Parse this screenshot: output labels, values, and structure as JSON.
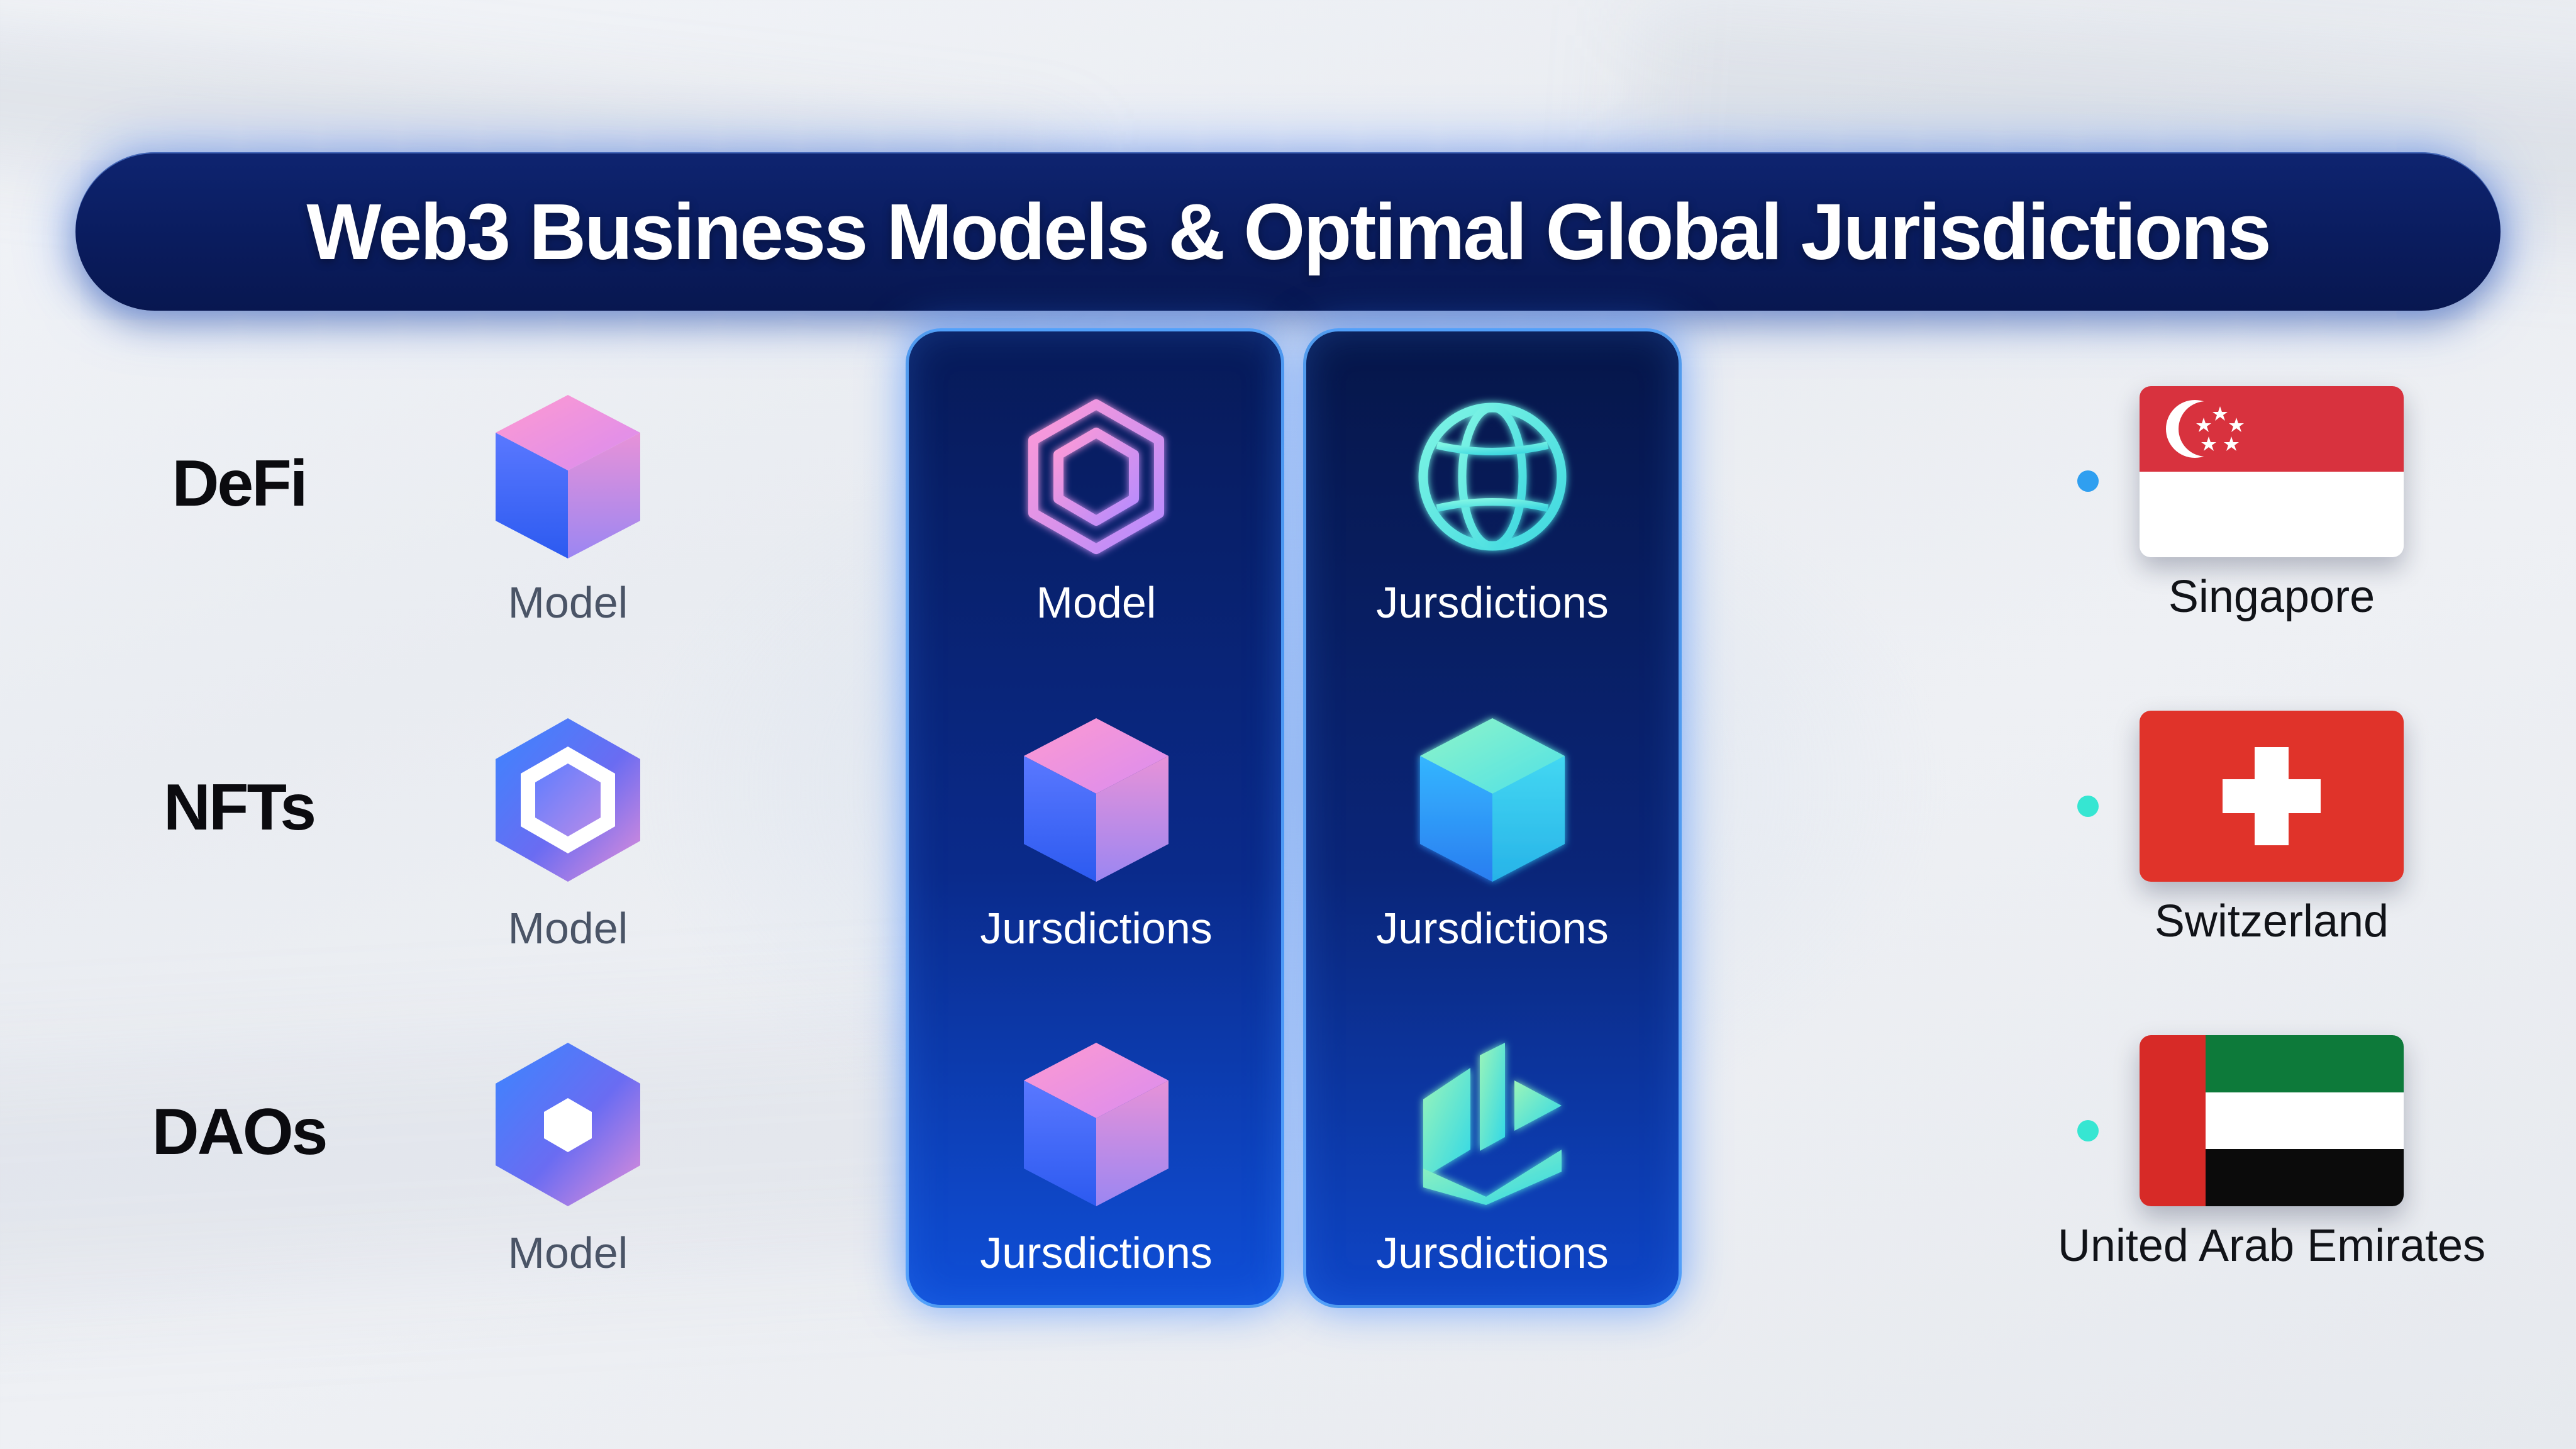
{
  "title": "Web3 Business Models & Optimal Global Jurisdictions",
  "rows": [
    {
      "category": "DeFi",
      "col1_caption": "Model",
      "col2_caption": "Model",
      "col3_caption": "Jursdictions",
      "country": "Singapore"
    },
    {
      "category": "NFTs",
      "col1_caption": "Model",
      "col2_caption": "Jursdictions",
      "col3_caption": "Jursdictions",
      "country": "Switzerland"
    },
    {
      "category": "DAOs",
      "col1_caption": "Model",
      "col2_caption": "Jursdictions",
      "col3_caption": "Jursdictions",
      "country": "United Arab Emirates"
    }
  ],
  "colors": {
    "title_bar": "#0a1c5e",
    "panel_glow": "#2a7dff",
    "connector_pink": "#f08ac8",
    "connector_blue": "#3b7bff",
    "connector_cyan": "#3ff0d8",
    "singapore_red": "#d8323e",
    "swiss_red": "#e0332a",
    "uae_green": "#0d7a3a",
    "uae_red": "#d72a27"
  },
  "icons": [
    "cube-icon",
    "hexagon-logo-icon",
    "globe-icon",
    "hexagon-ring-icon",
    "cube-icon",
    "cube-icon",
    "hexagon-ring-icon",
    "cube-icon",
    "chart-block-icon"
  ]
}
